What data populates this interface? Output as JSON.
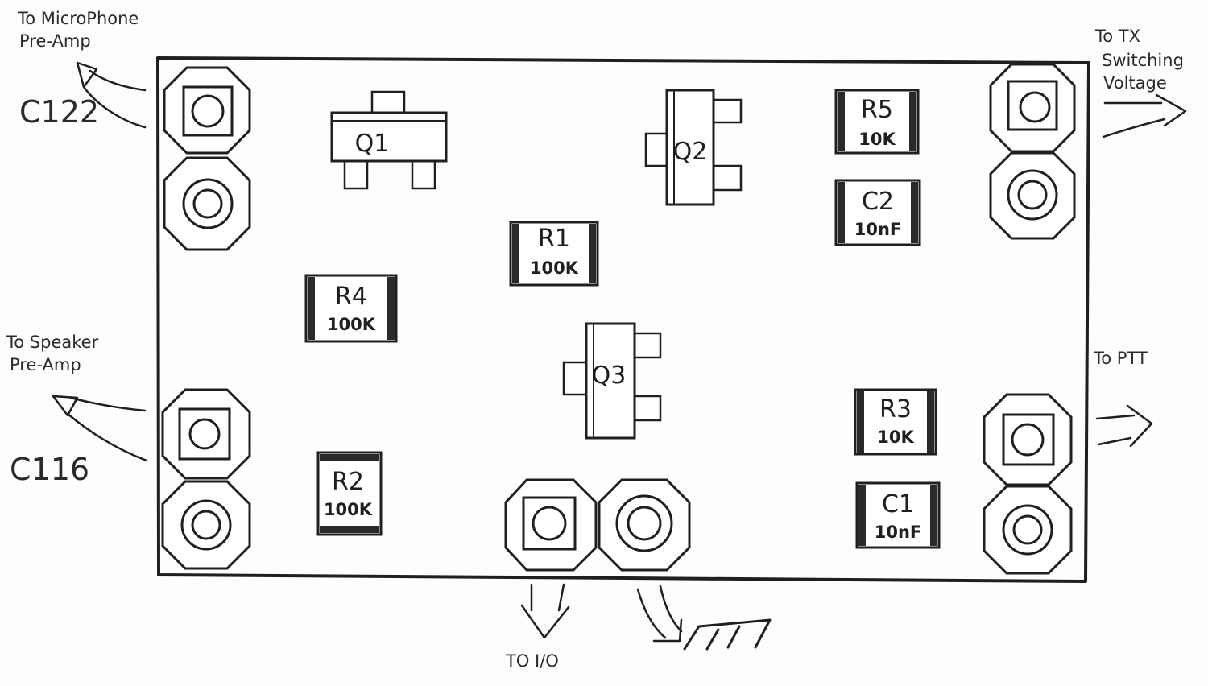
{
  "labels": {
    "microphone": [
      "To MicroPhone",
      "Pre-Amp"
    ],
    "tx": [
      "To TX",
      "Switching",
      "Voltage"
    ],
    "speaker": [
      "To Speaker",
      "Pre-Amp"
    ],
    "ptt": "To PTT",
    "io": "TO I/O",
    "c122": "C122",
    "c116": "C116"
  },
  "components": {
    "q1": {
      "designator": "Q1"
    },
    "q2": {
      "designator": "Q2"
    },
    "q3": {
      "designator": "Q3"
    },
    "r1": {
      "designator": "R1",
      "value": "100K"
    },
    "r2": {
      "designator": "R2",
      "value": "100K"
    },
    "r3": {
      "designator": "R3",
      "value": "10K"
    },
    "r4": {
      "designator": "R4",
      "value": "100K"
    },
    "r5": {
      "designator": "R5",
      "value": "10K"
    },
    "c1": {
      "designator": "C1",
      "value": "10nF"
    },
    "c2": {
      "designator": "C2",
      "value": "10nF"
    }
  }
}
